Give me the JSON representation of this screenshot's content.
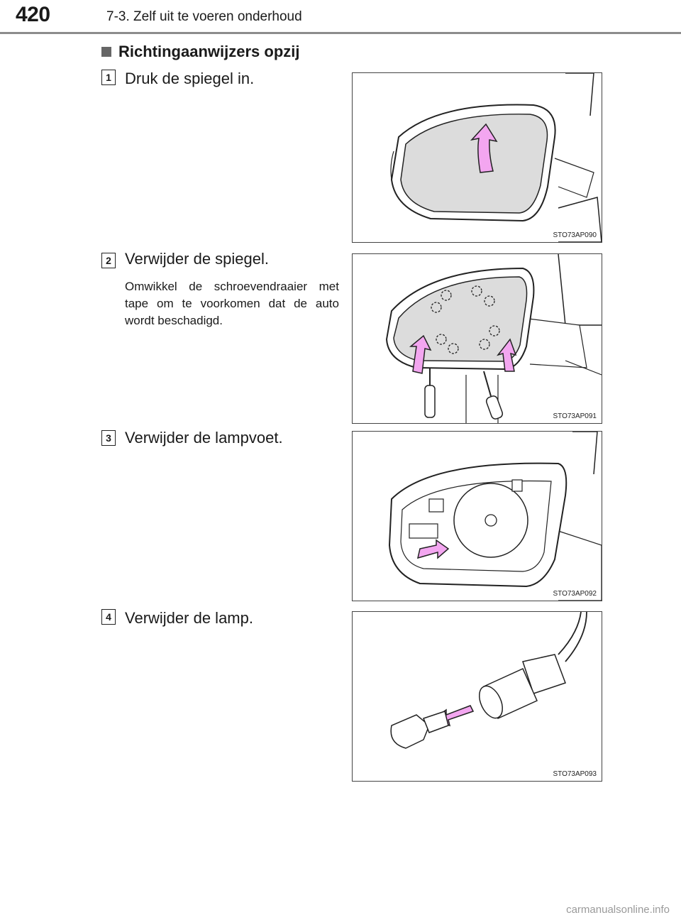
{
  "header": {
    "page_number": "420",
    "chapter": "7-3. Zelf uit te voeren onderhoud"
  },
  "section": {
    "heading": "Richtingaanwijzers opzij"
  },
  "steps": [
    {
      "number": "1",
      "text": "Druk de spiegel in.",
      "figure_code": "STO73AP090"
    },
    {
      "number": "2",
      "text": "Verwijder de spiegel.",
      "note": "Omwikkel de schroevendraaier met tape om te voorkomen dat de auto wordt beschadigd.",
      "figure_code": "STO73AP091"
    },
    {
      "number": "3",
      "text": "Verwijder de lampvoet.",
      "figure_code": "STO73AP092"
    },
    {
      "number": "4",
      "text": "Verwijder de lamp.",
      "figure_code": "STO73AP093"
    }
  ],
  "footer": {
    "watermark": "carmanualsonline.info"
  },
  "colors": {
    "arrow_fill": "#f3a6f0",
    "glass_fill": "#dcdcdc",
    "rule": "#8c8c8c"
  }
}
